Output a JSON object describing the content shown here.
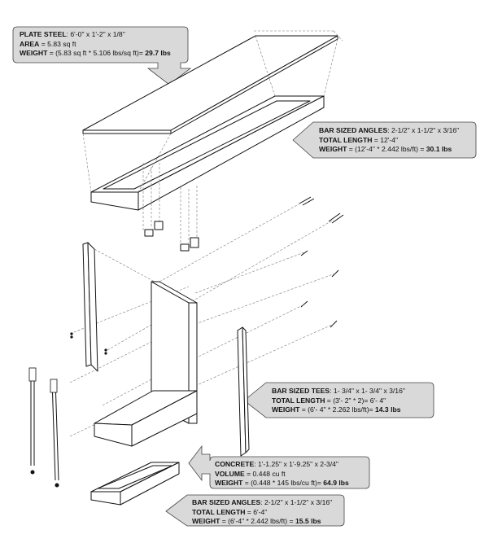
{
  "callouts": {
    "plate": {
      "line1_key": "PLATE STEEL",
      "line1_val": ": 6'-0\" x 1'-2\" x 1/8\"",
      "line2_key": "AREA",
      "line2_val": " = 5.83 sq ft",
      "line3_key": "WEIGHT",
      "line3_val": " = (5.83 sq ft * 5.106 lbs/sq ft)=",
      "line3_total": " 29.7 lbs"
    },
    "angles_top": {
      "line1_key": "BAR  SIZED ANGLES",
      "line1_val": ": 2-1/2\" x 1-1/2\" x 3/16\"",
      "line2_key": "TOTAL LENGTH",
      "line2_val": " = 12'-4\"",
      "line3_key": "WEIGHT",
      "line3_val": " = (12'-4\" * 2.442 lbs/ft) =",
      "line3_total": " 30.1 lbs"
    },
    "tees": {
      "line1_key": "BAR  SIZED TEES",
      "line1_val": ": 1- 3/4\" x 1- 3/4\" x 3/16\"",
      "line2_key": "TOTAL LENGTH",
      "line2_val": " = (3'- 2\" * 2)= 6'- 4\"",
      "line3_key": "WEIGHT",
      "line3_val": " = (6'- 4\" * 2.262 lbs/ft)=",
      "line3_total": " 14.3 lbs"
    },
    "concrete": {
      "line1_key": "CONCRETE",
      "line1_val": ": 1'-1.25\" x 1'-9.25\" x 2-3/4\"",
      "line2_key": "VOLUME",
      "line2_val": " = 0.448 cu ft",
      "line3_key": "WEIGHT",
      "line3_val": " = (0.448 * 145 lbs/cu ft)=",
      "line3_total": " 64.9 lbs"
    },
    "angles_bottom": {
      "line1_key": "BAR  SIZED ANGLES",
      "line1_val": ": 2-1/2\" x 1-1/2\" x 3/16\"",
      "line2_key": "TOTAL LENGTH",
      "line2_val": " = 6'-4\"",
      "line3_key": "WEIGHT",
      "line3_val": " = (6'-4\" * 2.442 lbs/ft) =",
      "line3_total": " 15.5 lbs"
    }
  },
  "colors": {
    "callout_fill": "#d9d9d9",
    "line": "#111111",
    "dash": "#777777"
  }
}
